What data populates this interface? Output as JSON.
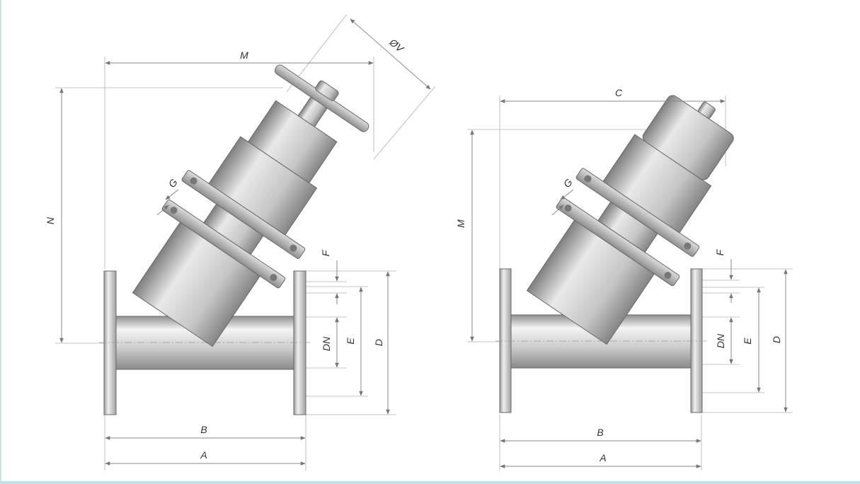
{
  "colors": {
    "steel_light": "#e6e6e6",
    "steel_mid": "#c4c4c4",
    "steel_dark": "#8c8c8c",
    "frame_left": "#cfe3d6",
    "frame_bottom": "#bfe1ea"
  },
  "views": [
    {
      "id": "handwheel-valve",
      "labels": {
        "M": "M",
        "V": "ØV",
        "N": "N",
        "G": "G",
        "F": "F",
        "DN": "DN",
        "E": "E",
        "D": "D",
        "B": "B",
        "A": "A"
      }
    },
    {
      "id": "actuated-valve",
      "labels": {
        "C": "C",
        "M": "M",
        "G": "G",
        "F": "F",
        "DN": "DN",
        "E": "E",
        "D": "D",
        "B": "B",
        "A": "A"
      }
    }
  ]
}
